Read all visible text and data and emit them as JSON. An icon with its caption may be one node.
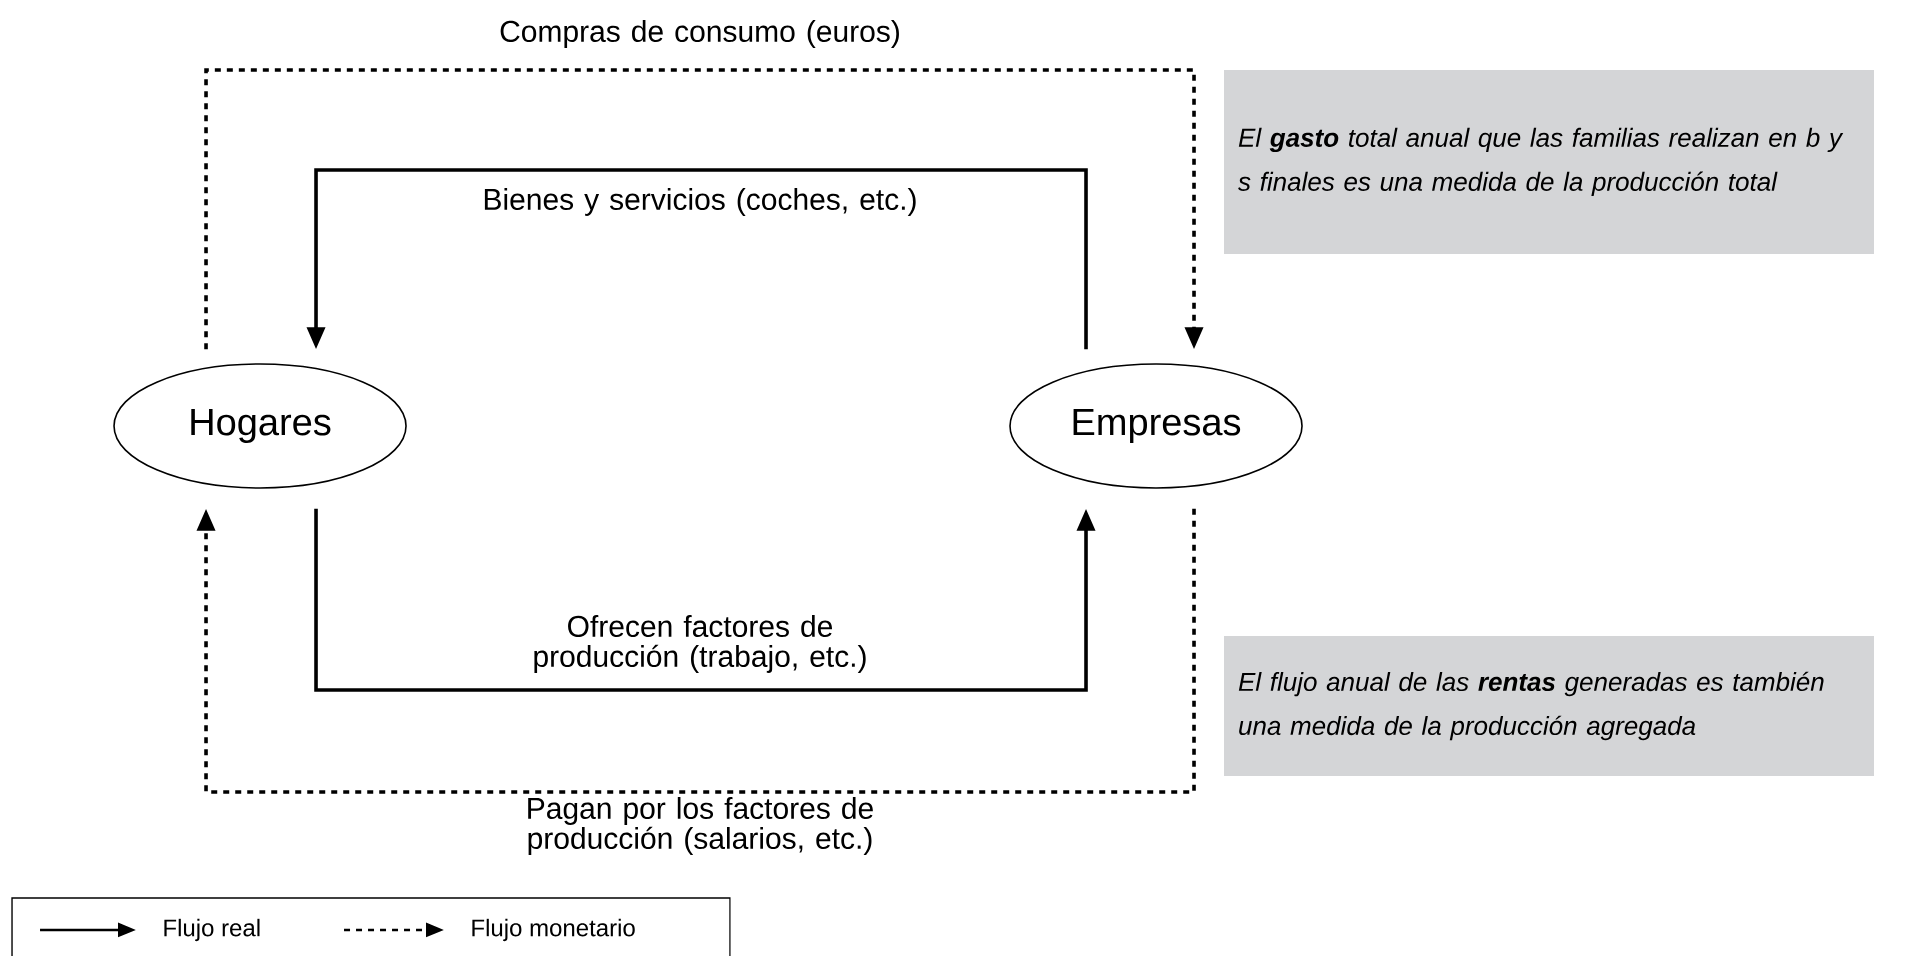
{
  "diagram": {
    "nodes": [
      {
        "text": [
          "Hogares"
        ]
      },
      {
        "text": [
          "Empresas"
        ]
      },
      {
        "text": [
          "El **gasto** total anual que las familias realizan en b y s finales es una medida de la producción total"
        ]
      },
      {
        "text": [
          "El flujo anual de las **rentas** generadas es también una medida de la producción agregada"
        ]
      }
    ],
    "edges": [
      {
        "from": 0,
        "to": 1,
        "arrow": "to",
        "style": "dashed",
        "label": "Compras de consumo (euros)"
      },
      {
        "from": 1,
        "to": 0,
        "arrow": "to",
        "label": "Bienes y servicios (coches, etc.)"
      },
      {
        "from": 0,
        "to": 1,
        "arrow": "to",
        "label": "Ofrecen factores de producción (trabajo, etc.)"
      },
      {
        "from": 1,
        "to": 0,
        "arrow": "to",
        "style": "dashed",
        "label": "Pagan por los factores de producción (salarios, etc.)"
      }
    ],
    "legend": [
      {
        "text": "Flujo real"
      },
      {
        "text": "Flujo monetario"
      }
    ]
  }
}
